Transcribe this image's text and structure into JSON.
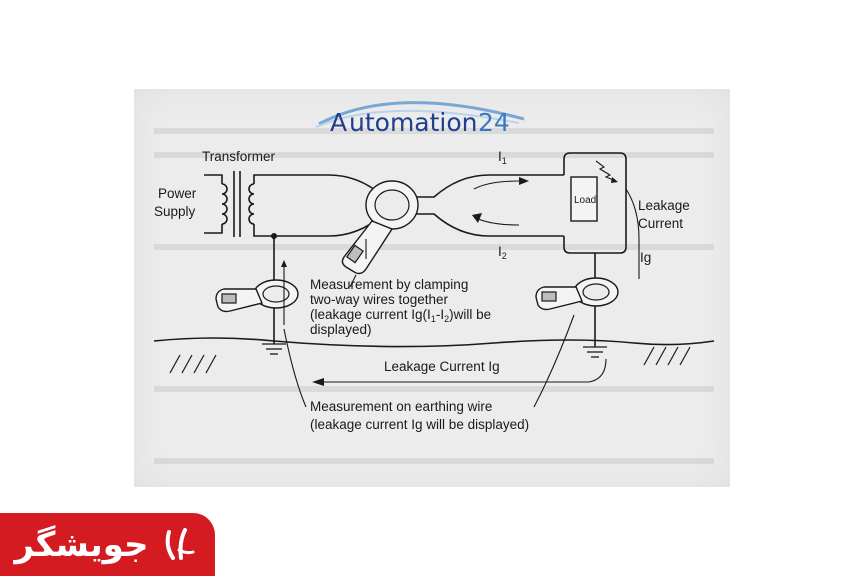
{
  "logo": {
    "prefix": "A",
    "name": "utomation",
    "number": "24"
  },
  "labels": {
    "transformer": "Transformer",
    "power_line1": "Power",
    "power_line2": "Supply",
    "i1": "I",
    "i1_sub": "1",
    "i2": "I",
    "i2_sub": "2",
    "load": "Load",
    "leakage_line1": "Leakage",
    "leakage_line2": "Current",
    "ig": "Ig",
    "clamp_note_line1": "Measurement by clamping",
    "clamp_note_line2": "two-way wires together",
    "clamp_note_line3": "(leakage current Ig(I",
    "clamp_note_line3_sub1": "1",
    "clamp_note_line3_mid": "-I",
    "clamp_note_line3_sub2": "2",
    "clamp_note_line3_end": ")will be",
    "clamp_note_line4": "displayed)",
    "ground_current": "Leakage Current Ig",
    "earth_note_line1": "Measurement on earthing wire",
    "earth_note_line2": "(leakage current Ig will be displayed)"
  },
  "brand": {
    "name": "جویشگر"
  },
  "colors": {
    "brand_red": "#d51b22",
    "logo_blue": "#1f3f8c",
    "scan_bg": "#ececec"
  }
}
